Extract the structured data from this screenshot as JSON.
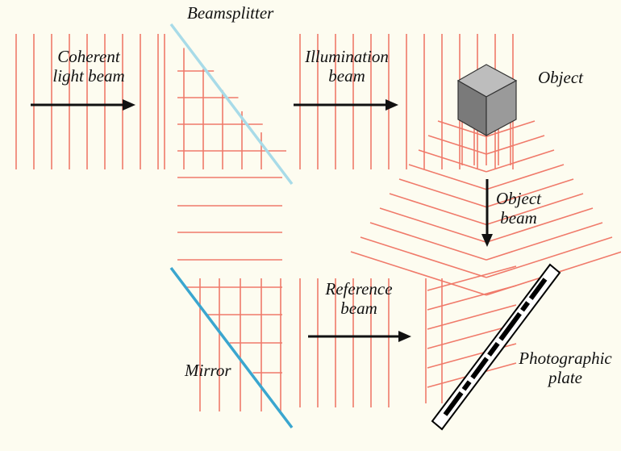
{
  "labels": {
    "beamsplitter": "Beamsplitter",
    "coherent_line1": "Coherent",
    "coherent_line2": "light beam",
    "illumination_line1": "Illumination",
    "illumination_line2": "beam",
    "object": "Object",
    "object_beam_line1": "Object",
    "object_beam_line2": "beam",
    "reference_line1": "Reference",
    "reference_line2": "beam",
    "mirror": "Mirror",
    "plate_line1": "Photographic",
    "plate_line2": "plate"
  },
  "colors": {
    "wavefront": "#f07a6a",
    "beamsplitter": "#a8dbe8",
    "mirror": "#3aa6cf",
    "arrow": "#111111",
    "cube_front": "#7a7a7a",
    "cube_top": "#bdbdbd",
    "cube_side": "#9a9a9a",
    "background": "#fdfcf0"
  }
}
